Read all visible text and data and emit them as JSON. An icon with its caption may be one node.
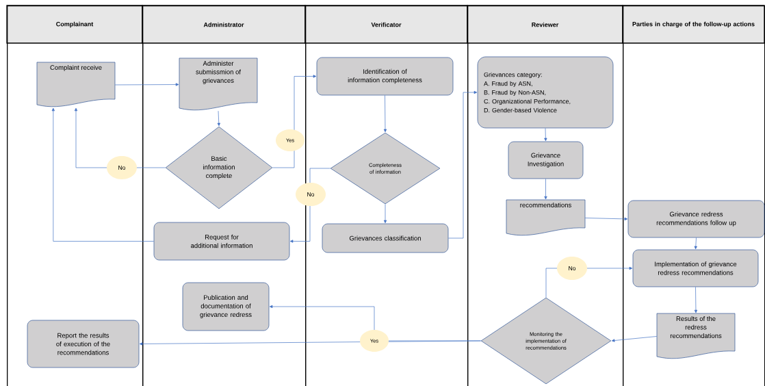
{
  "diagram": {
    "nodes": [
      {
        "text": [
          "Complainant"
        ]
      },
      {
        "text": [
          "Administrator"
        ]
      },
      {
        "text": [
          "Verificator"
        ]
      },
      {
        "text": [
          "Reviewer"
        ]
      },
      {
        "text": [
          "Parties in charge of the follow-up actions"
        ]
      },
      {
        "text": [
          "Complaint receive"
        ],
        "in": 0
      },
      {
        "text": [
          "Administer submissmion of grievances"
        ],
        "in": 1
      },
      {
        "text": [
          "Basic information complete"
        ],
        "in": 1
      },
      {
        "text": [
          "Identification of information completeness"
        ],
        "in": 2
      },
      {
        "text": [
          "Completeness of information"
        ],
        "in": 2
      },
      {
        "text": [
          "Grievances classification"
        ],
        "in": 2
      },
      {
        "text": [
          "Grievances category:",
          "A. Fraud by ASN,",
          "B. Fraud by Non-ASN,",
          "C. Organizational Performance,",
          "D. Gender-based  Violence"
        ],
        "in": 3
      },
      {
        "text": [
          "Grievance Investigation"
        ],
        "in": 3
      },
      {
        "text": [
          "recommendations"
        ],
        "in": 3
      },
      {
        "text": [
          "Grievance redress recommendations follow up"
        ],
        "in": 4
      },
      {
        "text": [
          "Implementation of grievance redress recommendations"
        ],
        "in": 4
      },
      {
        "text": [
          "Results of the redress recommendations"
        ],
        "in": 4
      },
      {
        "text": [
          "Monitoring the implementation of recommendations"
        ],
        "in": 3
      },
      {
        "text": [
          "Request for additional information"
        ],
        "in": 1
      },
      {
        "text": [
          "Publication and documentation of grievance redress"
        ],
        "in": 1
      },
      {
        "text": [
          "Report the results of execution of the recommendations"
        ],
        "in": 0
      }
    ],
    "edges": [
      {
        "from": 5,
        "to": 6,
        "arrow": "to"
      },
      {
        "from": 6,
        "to": 7,
        "arrow": "to"
      },
      {
        "from": 7,
        "to": 8,
        "arrow": "to",
        "label": "Yes"
      },
      {
        "from": 7,
        "to": 5,
        "arrow": "to",
        "label": "No"
      },
      {
        "from": 8,
        "to": 9,
        "arrow": "to"
      },
      {
        "from": 9,
        "to": 18,
        "arrow": "to",
        "label": "No"
      },
      {
        "from": 9,
        "to": 10,
        "arrow": "to"
      },
      {
        "from": 10,
        "to": 11,
        "arrow": "to"
      },
      {
        "from": 11,
        "to": 12,
        "arrow": "to"
      },
      {
        "from": 12,
        "to": 13,
        "arrow": "to"
      },
      {
        "from": 13,
        "to": 14,
        "arrow": "to"
      },
      {
        "from": 14,
        "to": 15,
        "arrow": "to"
      },
      {
        "from": 15,
        "to": 16,
        "arrow": "to"
      },
      {
        "from": 16,
        "to": 17,
        "arrow": "to"
      },
      {
        "from": 17,
        "to": 15,
        "arrow": "to",
        "label": "No"
      },
      {
        "from": 17,
        "to": 20,
        "arrow": "to",
        "label": "Yes"
      },
      {
        "from": 17,
        "to": 19,
        "arrow": "to"
      },
      {
        "from": 18,
        "to": 5,
        "arrow": "to"
      }
    ]
  }
}
